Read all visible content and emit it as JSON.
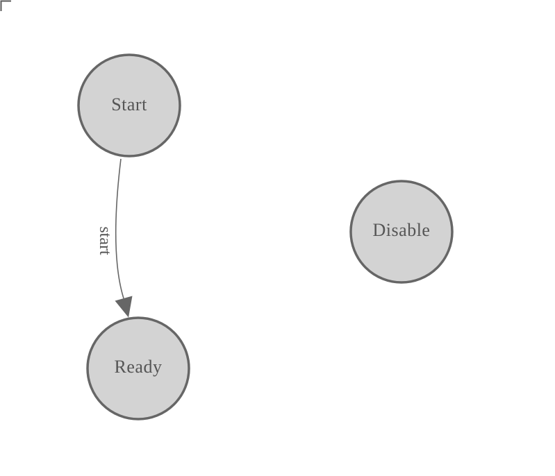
{
  "diagram": {
    "kind": "state-machine-graph",
    "background_color": "#ffffff",
    "nodes": [
      {
        "id": "start-state",
        "label": "Start"
      },
      {
        "id": "ready-state",
        "label": "Ready"
      },
      {
        "id": "disable-state",
        "label": "Disable"
      }
    ],
    "edges": [
      {
        "source": "Start",
        "target": "Ready",
        "label": "start"
      }
    ],
    "icons": {
      "corner_bracket": "L-shaped crop mark in top-left corner",
      "arrowhead": "filled triangle pointing at Ready node"
    },
    "colors": {
      "node_fill": "#d3d3d3",
      "node_border": "#666666",
      "label_text": "#555555",
      "edge_line": "#666666",
      "arrowhead_fill": "#666666",
      "corner_mark": "#5a5a5a"
    }
  }
}
